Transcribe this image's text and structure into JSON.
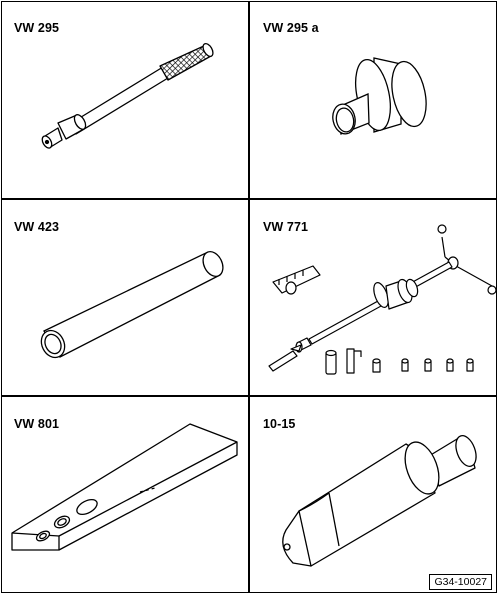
{
  "tools": [
    {
      "id": "VW 295"
    },
    {
      "id": "VW 295 a"
    },
    {
      "id": "VW 423"
    },
    {
      "id": "VW 771"
    },
    {
      "id": "VW 801"
    },
    {
      "id": "10-15"
    }
  ],
  "figure_code": "G34-10027"
}
